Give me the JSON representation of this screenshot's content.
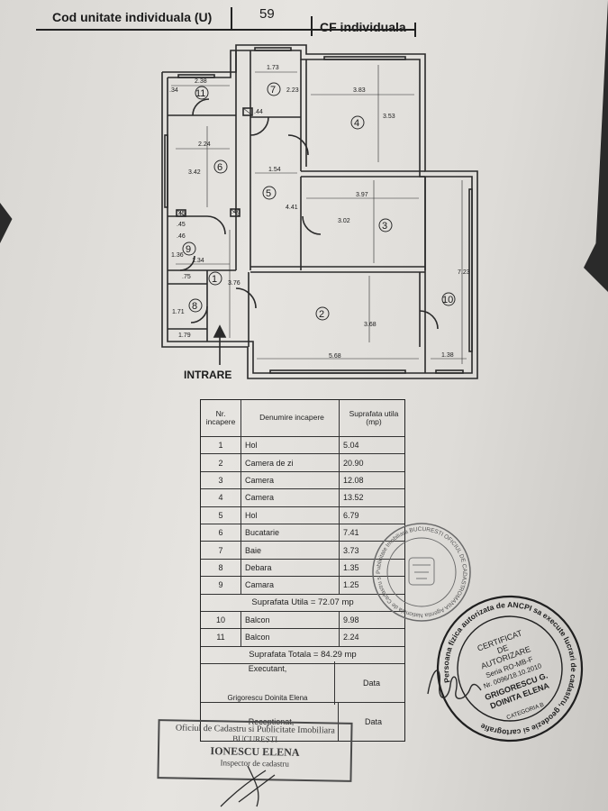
{
  "header": {
    "cod_label": "Cod unitate individuala (U)",
    "number": "59",
    "cf_label": "CF individuala"
  },
  "plan": {
    "entrance": "INTRARE",
    "rooms": [
      "1",
      "2",
      "3",
      "4",
      "5",
      "6",
      "7",
      "8",
      "9",
      "10",
      "11"
    ],
    "dimensions": {
      "d_238": "2.38",
      "d_173": "1.73",
      "d_223": "2.23",
      "d_383": "3.83",
      "d_353": "3.53",
      "d_224": "2.24",
      "d_342": "3.42",
      "d_154": "1.54",
      "d_441": "4.41",
      "d_397": "3.97",
      "d_302": "3.02",
      "d_134": "1.34",
      "d_376": "3.76",
      "d_723": "7.23",
      "d_368": "3.68",
      "d_568": "5.68",
      "d_138": "1.38",
      "d_171": "1.71",
      "d_179": "1.79",
      "d_75": ".75",
      "d_44": ".44",
      "d_45a": ".45",
      "d_46a": ".46",
      "d_45b": ".45",
      "d_46b": ".46",
      "d_34": ".34",
      "d_136": "1.36"
    }
  },
  "table": {
    "headers": {
      "nr": "Nr. incapere",
      "name": "Denumire incapere",
      "area": "Suprafata utila (mp)"
    },
    "rows": [
      {
        "nr": "1",
        "name": "Hol",
        "area": "5.04"
      },
      {
        "nr": "2",
        "name": "Camera de zi",
        "area": "20.90"
      },
      {
        "nr": "3",
        "name": "Camera",
        "area": "12.08"
      },
      {
        "nr": "4",
        "name": "Camera",
        "area": "13.52"
      },
      {
        "nr": "5",
        "name": "Hol",
        "area": "6.79"
      },
      {
        "nr": "6",
        "name": "Bucatarie",
        "area": "7.41"
      },
      {
        "nr": "7",
        "name": "Baie",
        "area": "3.73"
      },
      {
        "nr": "8",
        "name": "Debara",
        "area": "1.35"
      },
      {
        "nr": "9",
        "name": "Camara",
        "area": "1.25"
      }
    ],
    "utila_total": "Suprafata Utila = 72.07 mp",
    "balconies": [
      {
        "nr": "10",
        "name": "Balcon",
        "area": "9.98"
      },
      {
        "nr": "11",
        "name": "Balcon",
        "area": "2.24"
      }
    ],
    "total": "Suprafata Totala = 84.29 mp",
    "executant_label": "Executant,",
    "data_label_1": "Data",
    "executant_name": "Grigorescu Doinita Elena",
    "receptionat_label": "Receptionat,",
    "data_label_2": "Data"
  },
  "office_stamp": {
    "line1": "Oficiul de Cadastru si Publicitate Imobiliara",
    "line2": "BUCURESTI",
    "line3": "IONESCU ELENA",
    "line4": "Inspector de cadastru"
  },
  "cert_stamp": {
    "ring": "Persoana fizica autorizata de ANCPI sa execute lucrari de cadastru, geodezie si cartografie",
    "l1": "CERTIFICAT",
    "l2": "DE",
    "l3": "AUTORIZARE",
    "l4": "Seria RO-MB-F",
    "l5": "Nr. 0096/18.10.2010",
    "l6": "GRIGORESCU G.",
    "l7": "DOINITA ELENA",
    "l8": "CATEGORIA B"
  },
  "ocpi_stamp": {
    "ring": "ROMANIA Agentia Nationala de Cadastru si Publicitate Imobiliara BUCURESTI OFICIUL DE CADASTRU SI PUBLICITATE IMOBILIARA"
  }
}
